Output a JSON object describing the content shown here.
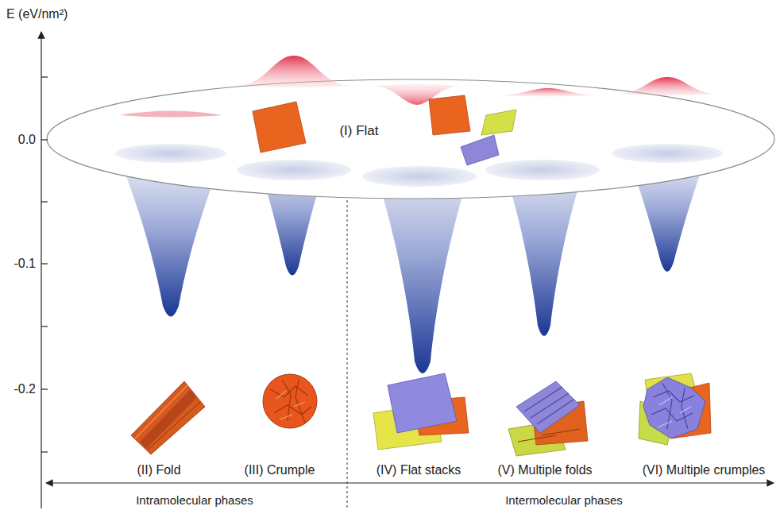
{
  "diagram": {
    "labels": [
      "E (eV/nm²)",
      "0.0",
      "-0.1",
      "-0.2",
      "(I) Flat",
      "(II) Fold",
      "(III) Crumple",
      "(IV) Flat stacks",
      "(V) Multiple folds",
      "(VI) Multiple crumples",
      "Intramolecular phases",
      "Intermolecular phases"
    ]
  }
}
